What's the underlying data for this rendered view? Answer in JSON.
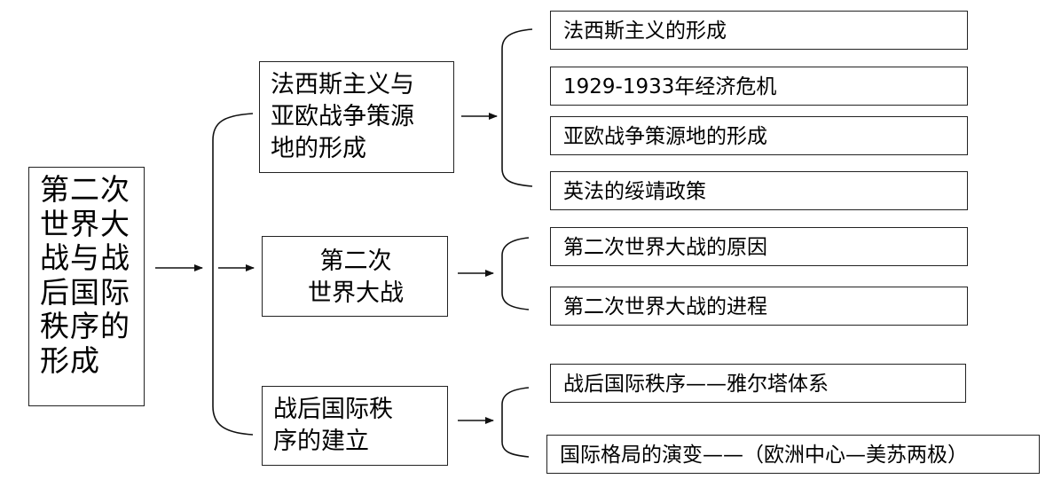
{
  "root": {
    "title": "第二次\n世界大\n战与战\n后国际\n秩序的\n形成"
  },
  "branches": [
    {
      "title": "法西斯主义与\n亚欧战争策源\n地的形成",
      "children": [
        "法西斯主义的形成",
        "1929-1933年经济危机",
        "亚欧战争策源地的形成",
        "英法的绥靖政策"
      ]
    },
    {
      "title": "第二次\n世界大战",
      "children": [
        "第二次世界大战的原因",
        "第二次世界大战的进程"
      ]
    },
    {
      "title": "战后国际秩\n序的建立",
      "children": [
        "战后国际秩序——雅尔塔体系",
        "国际格局的演变——（欧洲中心—美苏两极）"
      ]
    }
  ]
}
